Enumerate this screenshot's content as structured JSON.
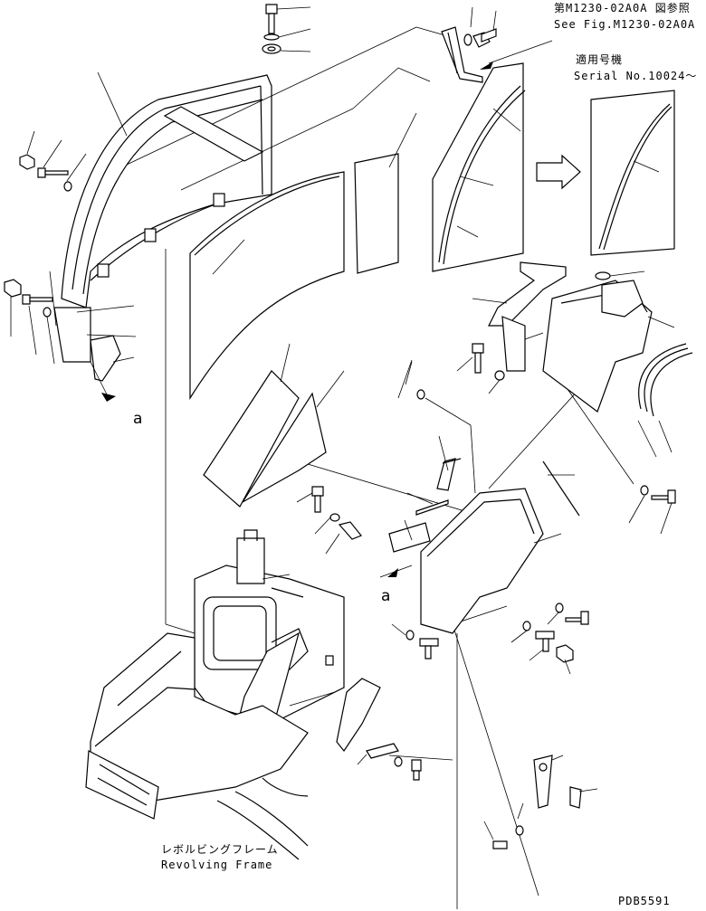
{
  "references": {
    "fig_ref_jp": "第M1230-02A0A 図参照",
    "fig_ref_en": "See Fig.M1230-02A0A",
    "serial_jp": "適用号機",
    "serial_en": "Serial No.10024～"
  },
  "callouts": {
    "a_left": "a",
    "a_center": "a"
  },
  "frame": {
    "label_jp": "レボルビングフレーム",
    "label_en": "Revolving Frame"
  },
  "drawing_code": "PDB5591"
}
